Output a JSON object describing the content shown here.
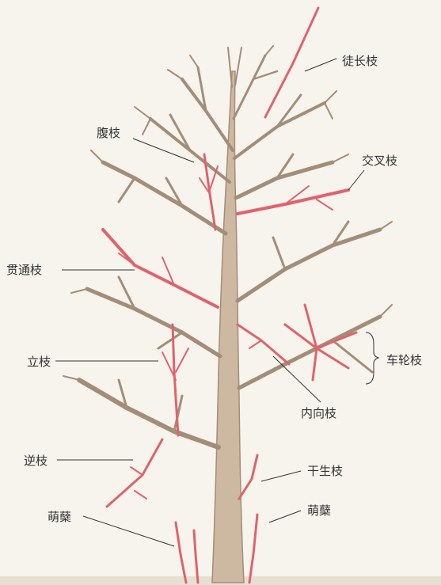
{
  "labels": {
    "water_sprout": "徒长枝",
    "inner_branch": "腹枝",
    "crossing_branch": "交叉枝",
    "through_branch": "贯通枝",
    "wheel_branches": "车轮枝",
    "upright_branch": "立枝",
    "inward_branch": "内向枝",
    "reverse_branch": "逆枝",
    "trunk_shoot": "干生枝",
    "sucker_left": "萌蘖",
    "sucker_right": "萌蘖"
  },
  "colors": {
    "background": "#f7f4ee",
    "trunk": "#cdb8a2",
    "branch": "#a48d77",
    "highlight": "#e0636b",
    "text": "#333333"
  }
}
